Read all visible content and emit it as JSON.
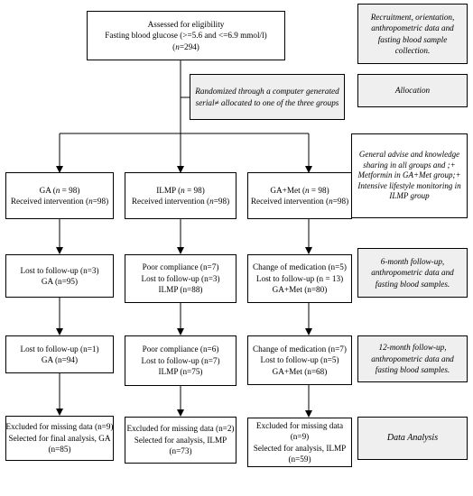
{
  "eligibility": {
    "line1": "Assessed for eligibility",
    "line2": "Fasting blood glucose (>=5.6 and <=6.9 mmol/l)",
    "n_label": "n",
    "n_value": "=294)"
  },
  "side": {
    "recruitment": "Recruitment, orientation, anthropometric data and fasting blood sample collection.",
    "allocation": "Allocation",
    "general": "General advise and knowledge sharing in all groups and ;+ Metformin in GA+Met group;+ Intensive lifestyle monitoring in ILMP group",
    "month6": "6-month follow-up, anthropometric data and fasting blood samples.",
    "month12": "12-month follow-up, anthropometric data and fasting blood samples.",
    "analysis": "Data Analysis"
  },
  "randomized": "Randomized through a computer generated serial≠ allocated to one of the three groups",
  "groups": [
    {
      "name": "GA",
      "n": "98",
      "received": "98",
      "m6": [
        "Lost to follow-up (n=3)",
        "GA (n=95)"
      ],
      "m12": [
        "Lost to follow-up (n=1)",
        "GA (n=94)"
      ],
      "final": [
        "Excluded for missing data (n=9)",
        "Selected for final analysis, GA",
        "(n=85)"
      ]
    },
    {
      "name": "ILMP",
      "n": "98",
      "received": "98",
      "m6": [
        "Poor compliance (n=7)",
        "Lost to follow-up (n=3)",
        "ILMP (n=88)"
      ],
      "m12": [
        "Poor compliance (n=6)",
        "Lost to follow-up (n=7)",
        "ILMP (n=75)"
      ],
      "final": [
        "Excluded for missing data (n=2)",
        "Selected for analysis, ILMP",
        "(n=73)"
      ]
    },
    {
      "name": "GA+Met",
      "n": "98",
      "received": "98",
      "m6": [
        "Change of medication (n=5)",
        "Lost to follow-up (n = 13)",
        "GA+Met (n=80)"
      ],
      "m12": [
        "Change of medication (n=7)",
        "Lost to follow-up (n=5)",
        "GA+Met (n=68)"
      ],
      "final": [
        "Excluded for missing data",
        "(n=9)",
        "Selected for analysis, ILMP",
        "(n=59)"
      ]
    }
  ]
}
